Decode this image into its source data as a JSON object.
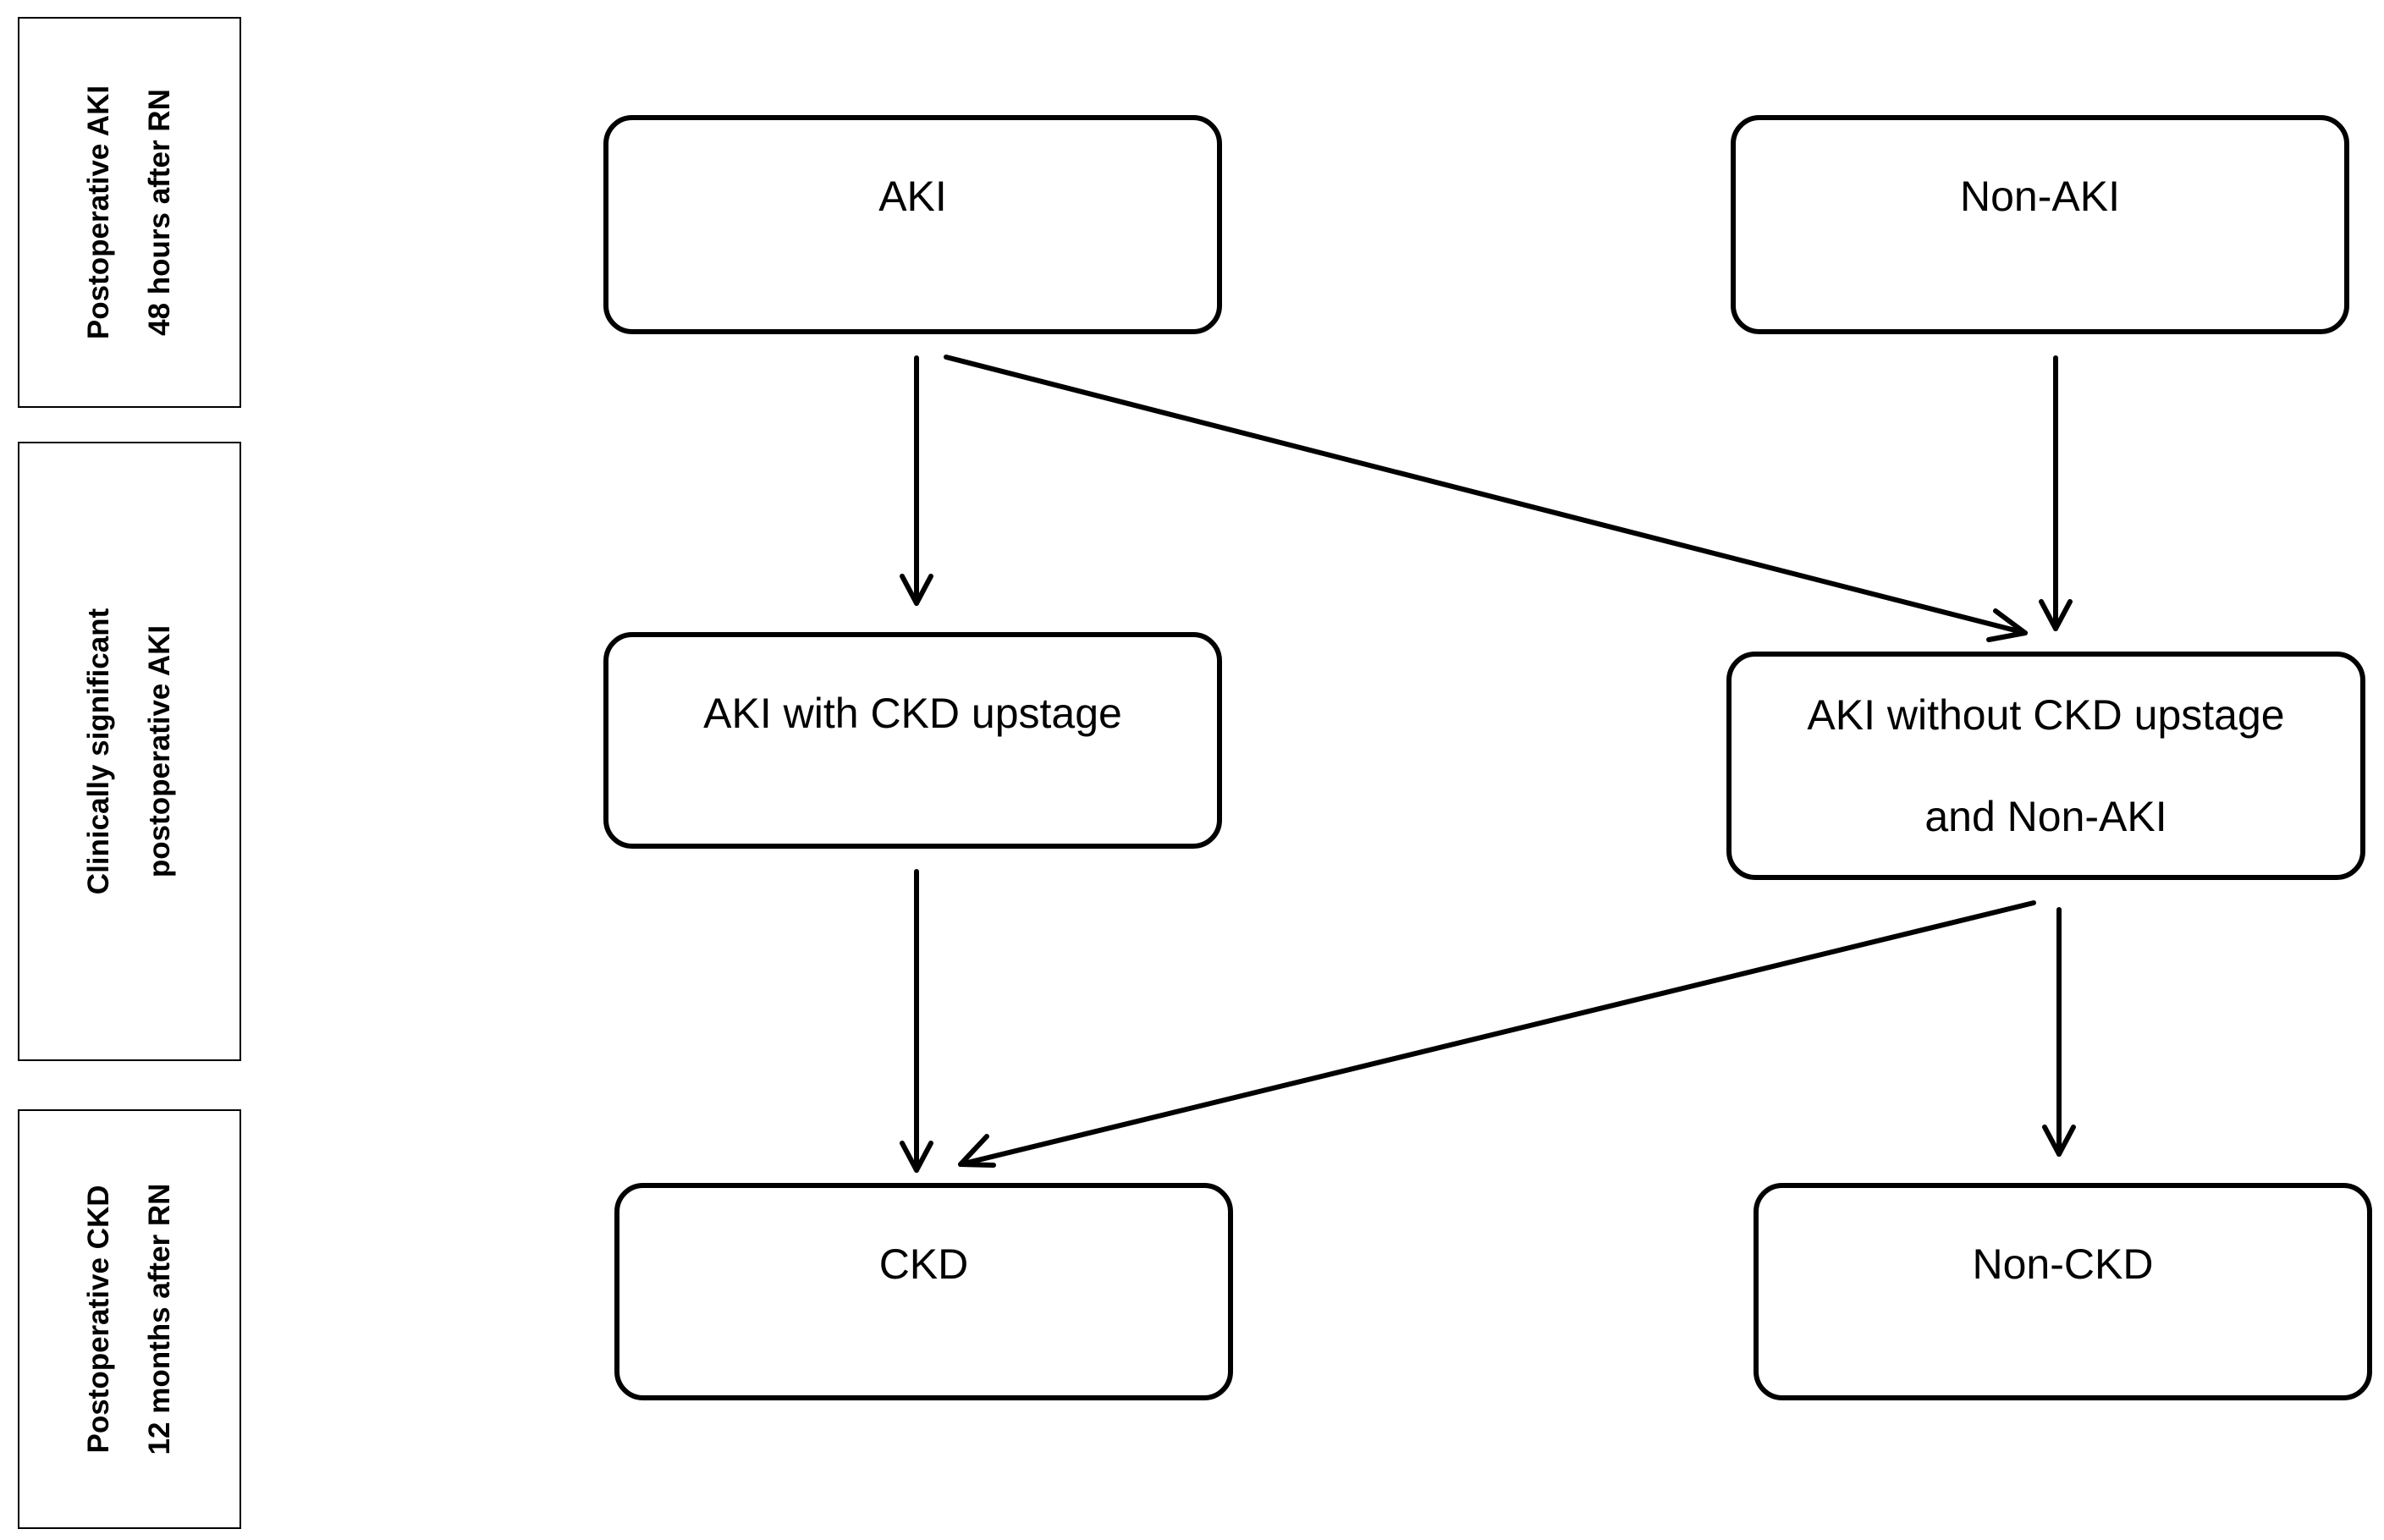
{
  "phases": [
    {
      "line1": "Postoperative AKI",
      "line2": "48 hours after RN"
    },
    {
      "line1": "Clinically significant",
      "line2": "postoperative AKI"
    },
    {
      "line1": "Postoperative CKD",
      "line2": "12 months after RN"
    }
  ],
  "nodes": {
    "aki": "AKI",
    "non_aki": "Non-AKI",
    "aki_with_ckd_upstage": "AKI with CKD upstage",
    "aki_without_ckd_upstage_line1": "AKI without CKD upstage",
    "aki_without_ckd_upstage_line2": "and Non-AKI",
    "ckd": "CKD",
    "non_ckd": "Non-CKD"
  },
  "edges": [
    {
      "from": "AKI",
      "to": "AKI with CKD upstage"
    },
    {
      "from": "AKI",
      "to": "AKI without CKD upstage and Non-AKI"
    },
    {
      "from": "Non-AKI",
      "to": "AKI without CKD upstage and Non-AKI"
    },
    {
      "from": "AKI with CKD upstage",
      "to": "CKD"
    },
    {
      "from": "AKI without CKD upstage and Non-AKI",
      "to": "CKD"
    },
    {
      "from": "AKI without CKD upstage and Non-AKI",
      "to": "Non-CKD"
    }
  ],
  "colors": {
    "line": "#000000",
    "background": "#ffffff"
  }
}
